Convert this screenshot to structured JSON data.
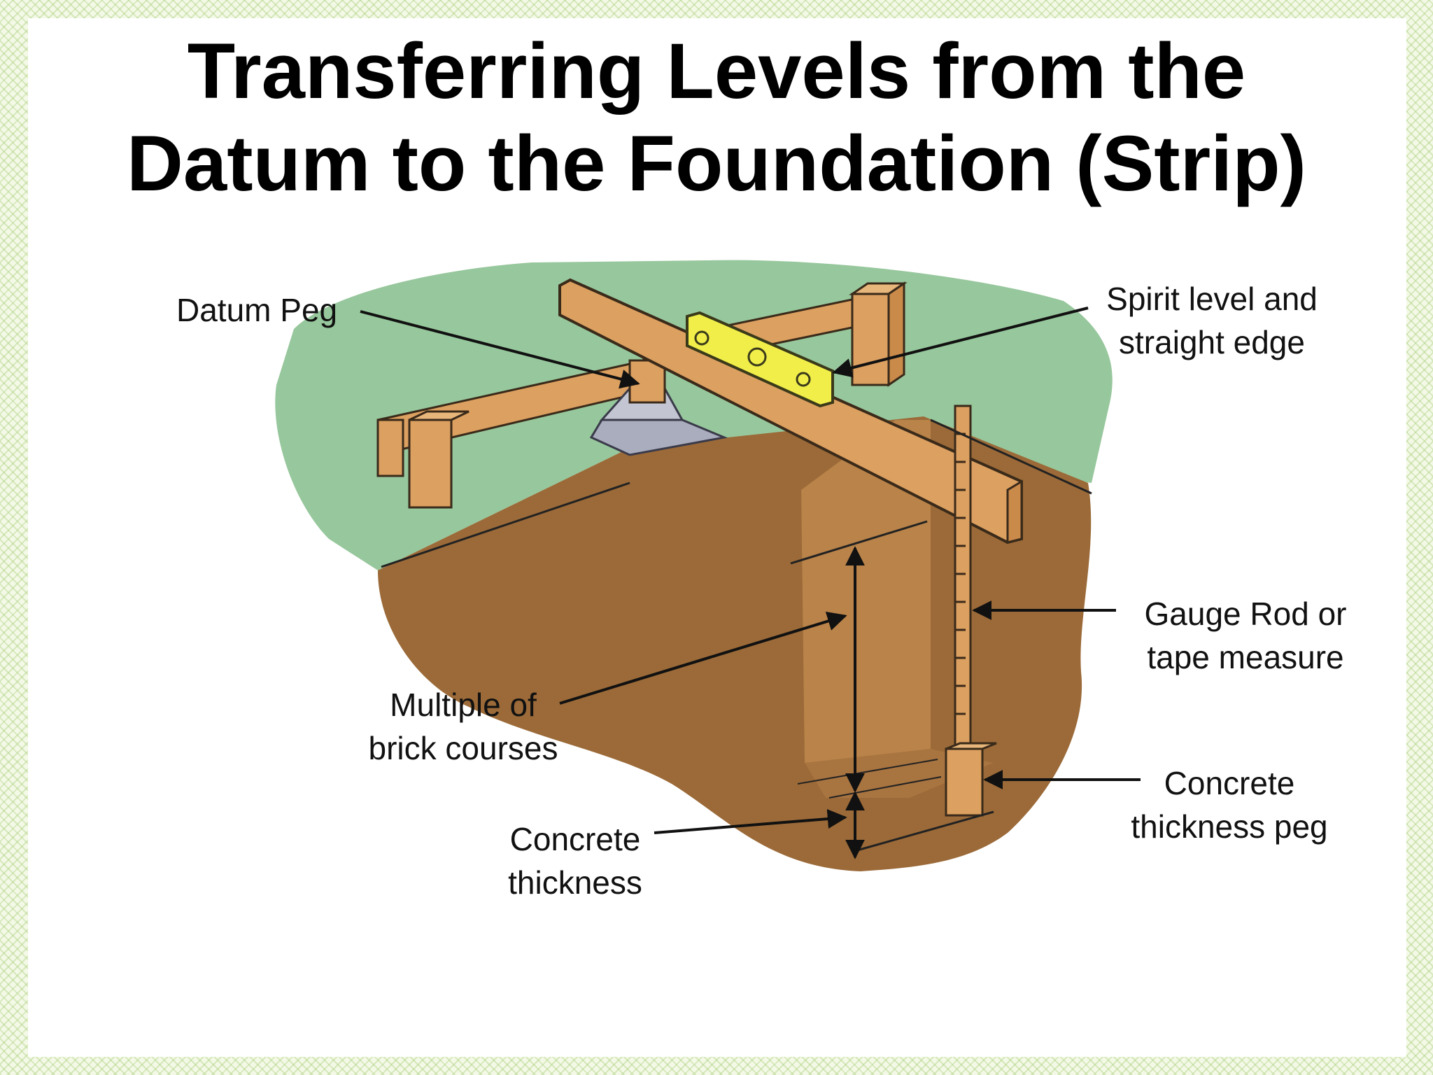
{
  "title": {
    "line1": "Transferring Levels from the",
    "line2": "Datum to the Foundation (Strip)"
  },
  "labels": {
    "datum_peg": "Datum Peg",
    "spirit_level": [
      "Spirit level and",
      "straight edge"
    ],
    "gauge_rod": [
      "Gauge Rod or",
      "tape measure"
    ],
    "brick_courses": [
      "Multiple of",
      "brick courses"
    ],
    "concrete_thickness": [
      "Concrete",
      "thickness"
    ],
    "concrete_peg": [
      "Concrete",
      "thickness peg"
    ]
  },
  "colors": {
    "grass": "#97c79c",
    "soil_dark": "#9b6a38",
    "soil_trench": "#b98349",
    "timber": "#dca060",
    "level": "#f1ee4a",
    "peg_base": "#a9adbe"
  }
}
